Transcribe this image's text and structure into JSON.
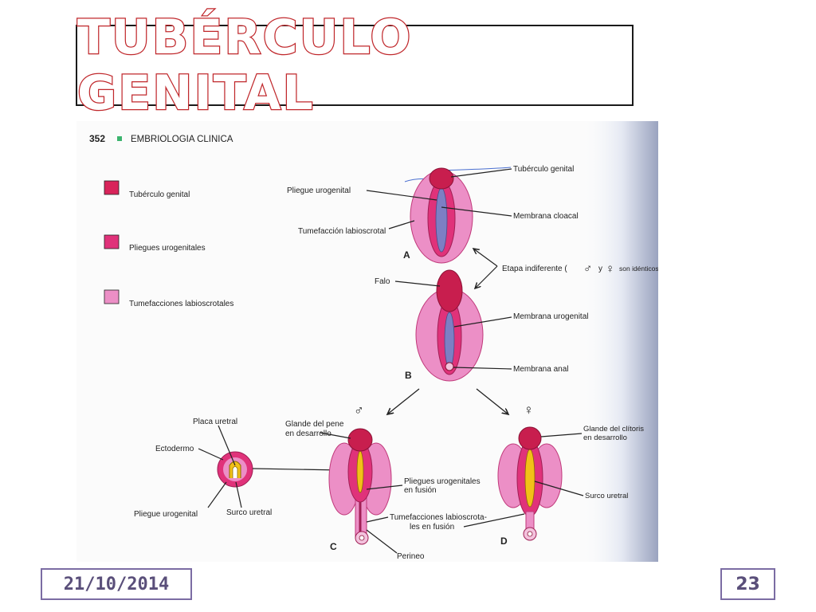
{
  "slide": {
    "title": "TUBÉRCULO GENITAL",
    "date": "21/10/2014",
    "page_number": "23"
  },
  "book": {
    "page": "352",
    "header": "EMBRIOLOGIA CLINICA"
  },
  "legend": [
    {
      "label": "Tubérculo genital",
      "color": "#d8245a"
    },
    {
      "label": "Pliegues urogenitales",
      "color": "#e0327a"
    },
    {
      "label": "Tumefacciones labioscrotales",
      "color": "#ec8fc6"
    }
  ],
  "labels": {
    "tuberculo_genital": "Tubérculo genital",
    "pliegue_urogenital": "Pliegue urogenital",
    "membrana_cloacal": "Membrana cloacal",
    "tumefaccion_labioscrotal": "Tumefacción labioscrotal",
    "stage_a": "A",
    "etapa_indiferente": "Etapa indiferente (",
    "etapa_y": "y",
    "etapa_son_identicos": "son idénticos)",
    "falo": "Falo",
    "membrana_urogenital": "Membrana urogenital",
    "stage_b": "B",
    "membrana_anal": "Membrana anal",
    "placa_uretral": "Placa uretral",
    "ectodermo": "Ectodermo",
    "pliegue_urogenital_2": "Pliegue urogenital",
    "surco_uretral": "Surco uretral",
    "glande_pene_1": "Glande del pene",
    "glande_pene_2": "en desarrollo",
    "pliegues_fusion_1": "Pliegues urogenitales",
    "pliegues_fusion_2": "en fusión",
    "tumefacciones_fusion_1": "Tumefacciones labioscrota-",
    "tumefacciones_fusion_2": "les en fusión",
    "stage_c": "C",
    "perineo": "Perineo",
    "glande_clitoris_1": "Glande del clítoris",
    "glande_clitoris_2": "en desarrollo",
    "surco_uretral_2": "Surco uretral",
    "stage_d": "D",
    "male_symbol": "♂",
    "female_symbol": "♀"
  },
  "colors": {
    "title_outline": "#c0282c",
    "footer_border": "#7b6ca3",
    "tubercle": "#c81e4e",
    "folds": "#e0327a",
    "swellings": "#ec8fc6",
    "membrane": "#7d7fc4",
    "groove": "#f2c018",
    "book_marker": "#3cb46e"
  }
}
